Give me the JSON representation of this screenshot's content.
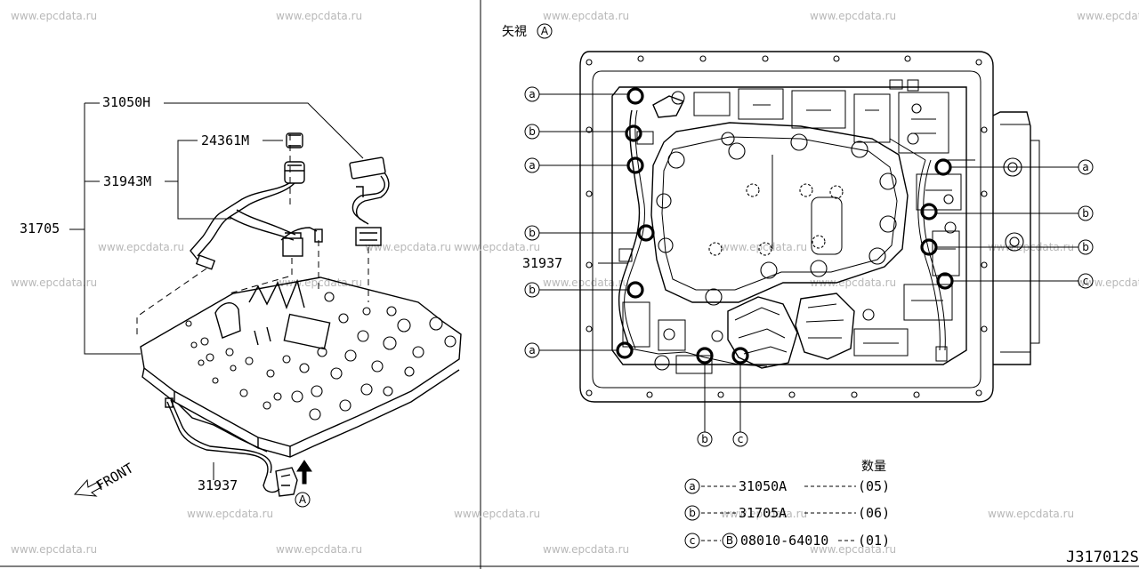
{
  "watermark": "www.epcdata.ru",
  "left_view": {
    "labels": {
      "part_31050H": "31050H",
      "part_24361M": "24361M",
      "part_31943M": "31943M",
      "part_31705": "31705",
      "part_31937": "31937",
      "front": "FRONT",
      "view_a": "A"
    }
  },
  "right_view": {
    "view_title": "矢視",
    "view_marker": "A",
    "label_31937": "31937",
    "callouts_left": [
      "a",
      "b",
      "a",
      "b",
      "b",
      "a"
    ],
    "callouts_right": [
      "a",
      "b",
      "b",
      "c"
    ],
    "callouts_bottom": [
      "b",
      "c"
    ]
  },
  "legend": {
    "header": "数量",
    "rows": [
      {
        "key": "a",
        "part": "31050A",
        "qty": "(05)",
        "prefix": ""
      },
      {
        "key": "b",
        "part": "31705A",
        "qty": "(06)",
        "prefix": ""
      },
      {
        "key": "c",
        "part": "08010-64010",
        "qty": "(01)",
        "prefix": "B"
      }
    ]
  },
  "diagram_code": "J317012S"
}
